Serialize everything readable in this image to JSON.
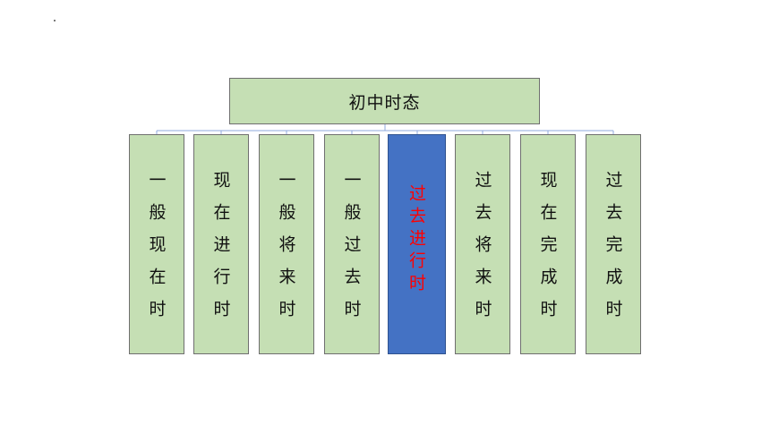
{
  "diagram": {
    "root": {
      "label": "初中时态"
    },
    "children": [
      {
        "label": "一般现在时",
        "highlighted": false
      },
      {
        "label": "现在进行时",
        "highlighted": false
      },
      {
        "label": "一般将来时",
        "highlighted": false
      },
      {
        "label": "一般过去时",
        "highlighted": false
      },
      {
        "label": "过去进行时",
        "highlighted": true
      },
      {
        "label": "过去将来时",
        "highlighted": false
      },
      {
        "label": "现在完成时",
        "highlighted": false
      },
      {
        "label": "过去完成时",
        "highlighted": false
      }
    ]
  },
  "colors": {
    "node_fill": "#c5dfb4",
    "highlight_fill": "#4472c4",
    "highlight_text": "#ff0000",
    "connector": "#8faadc"
  }
}
